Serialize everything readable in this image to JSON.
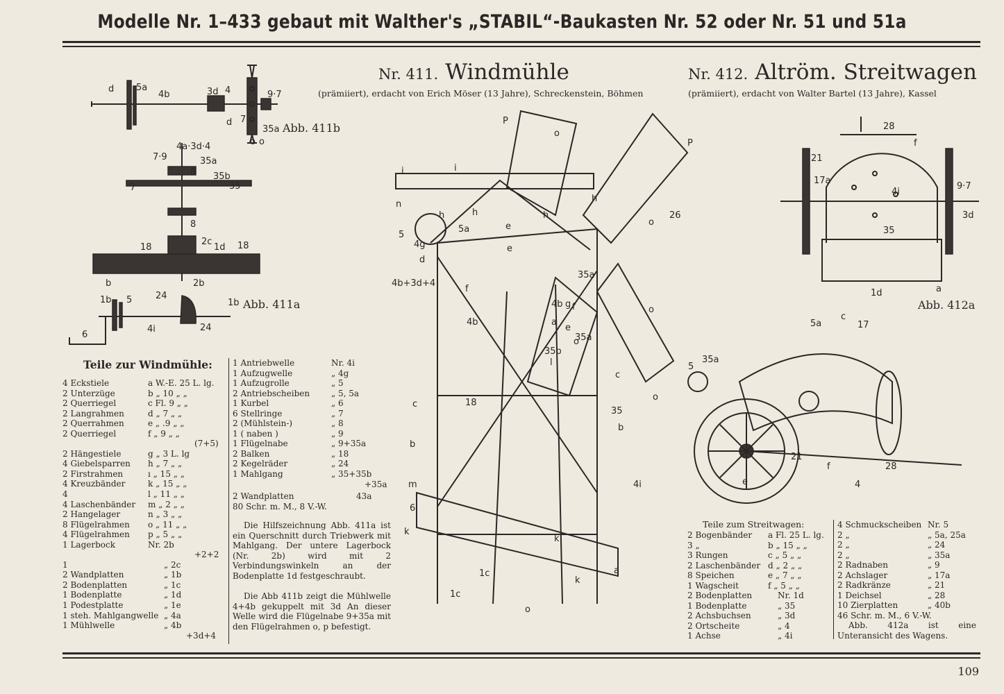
{
  "header": {
    "title": "Modelle Nr. 1–433 gebaut mit Walther's „STABIL“-Baukasten Nr. 52 oder Nr. 51 und 51a"
  },
  "model_411": {
    "number": "Nr. 411.",
    "name": "Windmühle",
    "credit": "(prämiiert), erdacht von Erich Möser (13 Jahre), Schreckenstein, Böhmen",
    "fig_411b": "Abb. 411b",
    "fig_411a": "Abb. 411a",
    "parts_heading": "Teile zur Windmühle:",
    "parts_left": [
      [
        "4 Eckstiele",
        "a W.-E. 25 L. lg."
      ],
      [
        "2 Unterzüge",
        "b  „  10  „  „"
      ],
      [
        "2 Querriegel",
        "c  Fl.  9  „  „"
      ],
      [
        "2 Langrahmen",
        "d  „  7  „  „"
      ],
      [
        "2 Querrahmen",
        "e  „  .9  „  „"
      ],
      [
        "2 Querriegel",
        "f  „  9  „  „"
      ],
      [
        "",
        "(7+5)"
      ],
      [
        "2 Hängestiele",
        "g  „  3 L. lg"
      ],
      [
        "4 Giebelsparren",
        "h  „  7  „  „"
      ],
      [
        "2 Firstrahmen",
        "ı  „  15  „  „"
      ],
      [
        "4 Kreuzbänder",
        "k  „  15  „  „"
      ],
      [
        "4",
        "l  „  11  „  „"
      ],
      [
        "4 Laschenbänder",
        "m  „  2  „  „"
      ],
      [
        "2 Hangelager",
        "n  „  3  „  „"
      ],
      [
        "8 Flügelrahmen",
        "o  „  11  „  „"
      ],
      [
        "4 Flügelrahmen",
        "p  „  5  „  „"
      ],
      [
        "1 Lagerbock",
        "Nr.  2b"
      ],
      [
        "",
        "+2+2"
      ],
      [
        "1",
        "„  2c"
      ],
      [
        "2 Wandplatten",
        "„  1b"
      ],
      [
        "2 Bodenplatten",
        "„  1c"
      ],
      [
        "1 Bodenplatte",
        "„  1d"
      ],
      [
        "1 Podestplatte",
        "„  1e"
      ],
      [
        "1 steh. Mahlgangwelle",
        "„  4a"
      ],
      [
        "1 Mühlwelle",
        "„  4b"
      ],
      [
        "",
        "+3d+4"
      ]
    ],
    "parts_right": [
      [
        "1 Antriebwelle",
        "Nr.  4i"
      ],
      [
        "1 Aufzugwelle",
        "„  4g"
      ],
      [
        "1 Aufzugrolle",
        "„  5"
      ],
      [
        "2 Antriebscheiben",
        "„  5, 5a"
      ],
      [
        "1 Kurbel",
        "„  6"
      ],
      [
        "6 Stellringe",
        "„  7"
      ],
      [
        "2 (Mühlstein-)",
        "„  8"
      ],
      [
        "1 ( naben )",
        "„  9"
      ],
      [
        "1 Flügelnabe",
        "„  9+35a"
      ],
      [
        "2 Balken",
        "„  18"
      ],
      [
        "2 Kegelräder",
        "„  24"
      ],
      [
        "1 Mahlgang",
        "„  35+35b"
      ],
      [
        "",
        "+35a"
      ],
      [
        "2 Wandplatten",
        "43a"
      ],
      [
        "80 Schr. m. M., 8 V.-W.",
        ""
      ]
    ],
    "note_1": "Die Hilfszeichnung Abb. 411a ist ein Querschnitt durch Triebwerk mit Mahlgang. Der untere Lagerbock (Nr. 2b) wird mit 2 Verbindungswinkeln an der Bodenplatte 1d festgeschraubt.",
    "note_2": "Die Abb 411b zeigt die Mühlwelle 4+4b gekuppelt mit 3d An dieser Welle wird die Flügelnabe 9+35a mit den Flügelrahmen o, p befestigt."
  },
  "model_412": {
    "number": "Nr. 412.",
    "name": "Altröm. Streitwagen",
    "credit": "(prämiiert), erdacht von Walter Bartel (13 Jahre), Kassel",
    "fig_412a": "Abb. 412a",
    "parts_heading": "Teile zum Streitwagen:",
    "parts_left": [
      [
        "2 Bogenbänder",
        "a Fl. 25 L. lg."
      ],
      [
        "3  „",
        "b  „  15  „  „"
      ],
      [
        "3 Rungen",
        "c  „  5  „  „"
      ],
      [
        "2 Laschenbänder",
        "d  „  2  „  „"
      ],
      [
        "8 Speichen",
        "e  „  7  „  „"
      ],
      [
        "1 Wagscheit",
        "f  „  5  „  „"
      ],
      [
        "2 Bodenplatten",
        "Nr. 1d"
      ],
      [
        "1 Bodenplatte",
        "„  35"
      ],
      [
        "2 Achsbuchsen",
        "„  3d"
      ],
      [
        "2 Ortscheite",
        "„  4"
      ],
      [
        "1 Achse",
        "„  4i"
      ]
    ],
    "parts_right": [
      [
        "4 Schmuckscheiben",
        "Nr. 5"
      ],
      [
        "2  „",
        "„  5a, 25a"
      ],
      [
        "2  „",
        "„  24"
      ],
      [
        "2  „",
        "„  35a"
      ],
      [
        "2 Radnaben",
        "„  9"
      ],
      [
        "2 Achslager",
        "„  17a"
      ],
      [
        "2 Radkränze",
        "„  21"
      ],
      [
        "1 Deichsel",
        "„  28"
      ],
      [
        "10 Zierplatten",
        "„  40b"
      ],
      [
        "46 Schr. m. M., 6 V.-W.",
        ""
      ]
    ],
    "note": "Abb. 412a ist eine Unteransicht des Wagens."
  },
  "page_number": "109",
  "labels_411b": [
    "d",
    "5a",
    "4b",
    "3d",
    "4",
    "9·7",
    "d",
    "7",
    "35a",
    "o",
    "o"
  ],
  "labels_411a": [
    "4a·3d·4",
    "7·9",
    "35a",
    "8",
    "35b",
    "7",
    "35",
    "8",
    "2c",
    "1d",
    "18",
    "18",
    "b",
    "2b",
    "24",
    "1b",
    "5",
    "1b",
    "4i",
    "24",
    "6"
  ],
  "labels_windmill": [
    "P",
    "o",
    "P",
    "26",
    "o",
    "h",
    "i",
    "i",
    "n",
    "5",
    "4g",
    "h",
    "h",
    "5a",
    "e",
    "e",
    "h",
    "d",
    "4b+3d+4",
    "35a",
    "f",
    "4b",
    "g",
    "f",
    "4b",
    "a",
    "e",
    "35a",
    "35b",
    "l",
    "o",
    "c",
    "c",
    "35",
    "18",
    "b",
    "b",
    "m",
    "4i",
    "6",
    "k",
    "k",
    "1c",
    "1c",
    "k",
    "a",
    "o",
    "o"
  ],
  "labels_412a": [
    "28",
    "f",
    "21",
    "17a",
    "4i",
    "35",
    "9·7",
    "3d",
    "1d",
    "a"
  ],
  "labels_chariot": [
    "5a",
    "c",
    "17",
    "5",
    "35a",
    "21",
    "28",
    "f",
    "4",
    "e"
  ],
  "colors": {
    "paper": "#eeeae0",
    "ink": "#2b2725"
  }
}
